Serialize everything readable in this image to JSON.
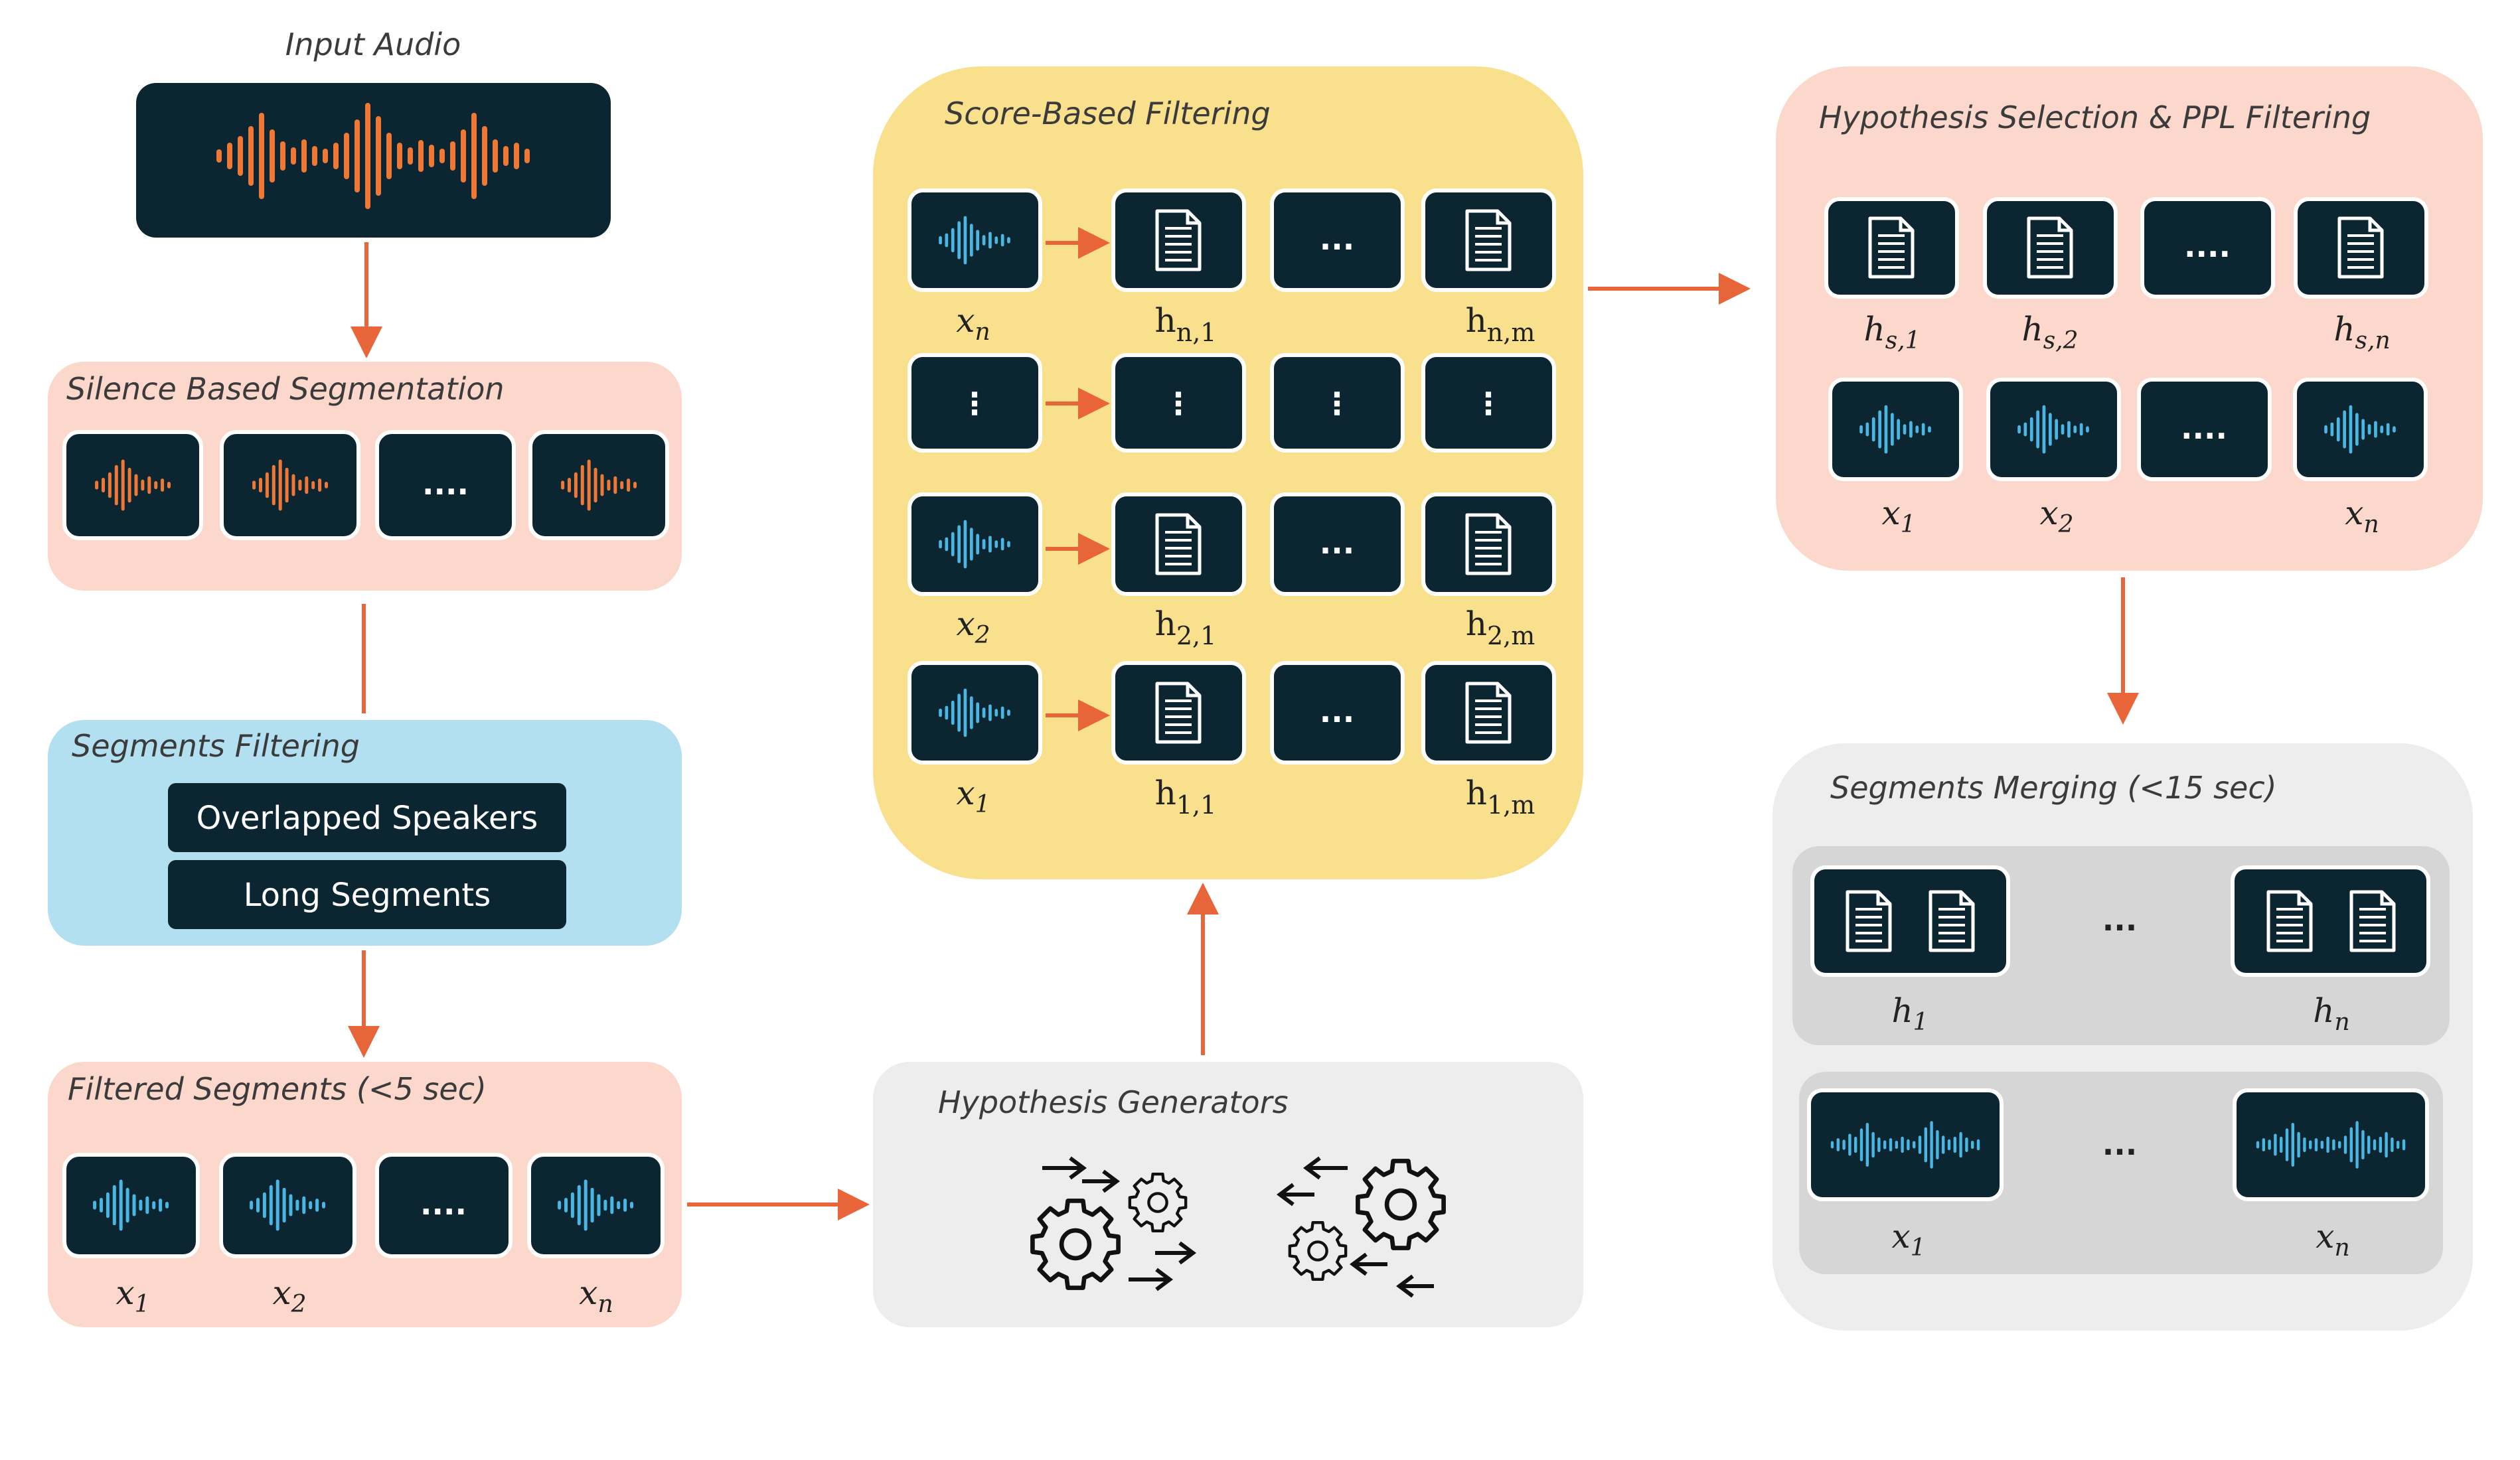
{
  "colors": {
    "tile": "#0c2631",
    "accent_orange": "#e8653a",
    "wave_orange": "#f07836",
    "wave_blue": "#4ab6e3",
    "peach_panel": "#fbd8cb",
    "blue_panel": "#b3e0f0",
    "yellow_panel": "#f9e08c",
    "gray_panel": "#ededed",
    "gray_inner": "#d6d6d6"
  },
  "input_audio": {
    "title": "Input Audio"
  },
  "silence": {
    "title": "Silence Based Segmentation",
    "ellipsis": "...."
  },
  "segments_filtering": {
    "title": "Segments Filtering",
    "buttons": [
      "Overlapped Speakers",
      "Long Segments"
    ]
  },
  "filtered": {
    "title": "Filtered Segments (<5 sec)",
    "ellipsis": "....",
    "labels": [
      {
        "base": "x",
        "sub": "1"
      },
      {
        "base": "x",
        "sub": "2"
      },
      {
        "base": "x",
        "sub": "n"
      }
    ]
  },
  "hypothesis_generators": {
    "title": "Hypothesis Generators"
  },
  "score_filtering": {
    "title": "Score-Based Filtering",
    "ellipsis": "...",
    "vdots": "⋮",
    "rows": [
      {
        "x": {
          "base": "x",
          "sub": "n"
        },
        "h1": {
          "base": "h",
          "sub": "n,1"
        },
        "hm": {
          "base": "h",
          "sub": "n,m"
        }
      },
      {
        "x": {
          "base": "x",
          "sub": "2"
        },
        "h1": {
          "base": "h",
          "sub": "2,1"
        },
        "hm": {
          "base": "h",
          "sub": "2,m"
        }
      },
      {
        "x": {
          "base": "x",
          "sub": "1"
        },
        "h1": {
          "base": "h",
          "sub": "1,1"
        },
        "hm": {
          "base": "h",
          "sub": "1,m"
        }
      }
    ]
  },
  "selection": {
    "title": "Hypothesis Selection & PPL Filtering",
    "ellipsis": "....",
    "h_labels": [
      {
        "base": "h",
        "sub": "s,1"
      },
      {
        "base": "h",
        "sub": "s,2"
      },
      {
        "base": "h",
        "sub": "s,n"
      }
    ],
    "x_labels": [
      {
        "base": "x",
        "sub": "1"
      },
      {
        "base": "x",
        "sub": "2"
      },
      {
        "base": "x",
        "sub": "n"
      }
    ]
  },
  "merging": {
    "title": "Segments Merging (<15 sec)",
    "ellipsis": "...",
    "h_labels": [
      {
        "base": "h",
        "sub": "1"
      },
      {
        "base": "h",
        "sub": "n"
      }
    ],
    "x_labels": [
      {
        "base": "x",
        "sub": "1"
      },
      {
        "base": "x",
        "sub": "n"
      }
    ]
  }
}
